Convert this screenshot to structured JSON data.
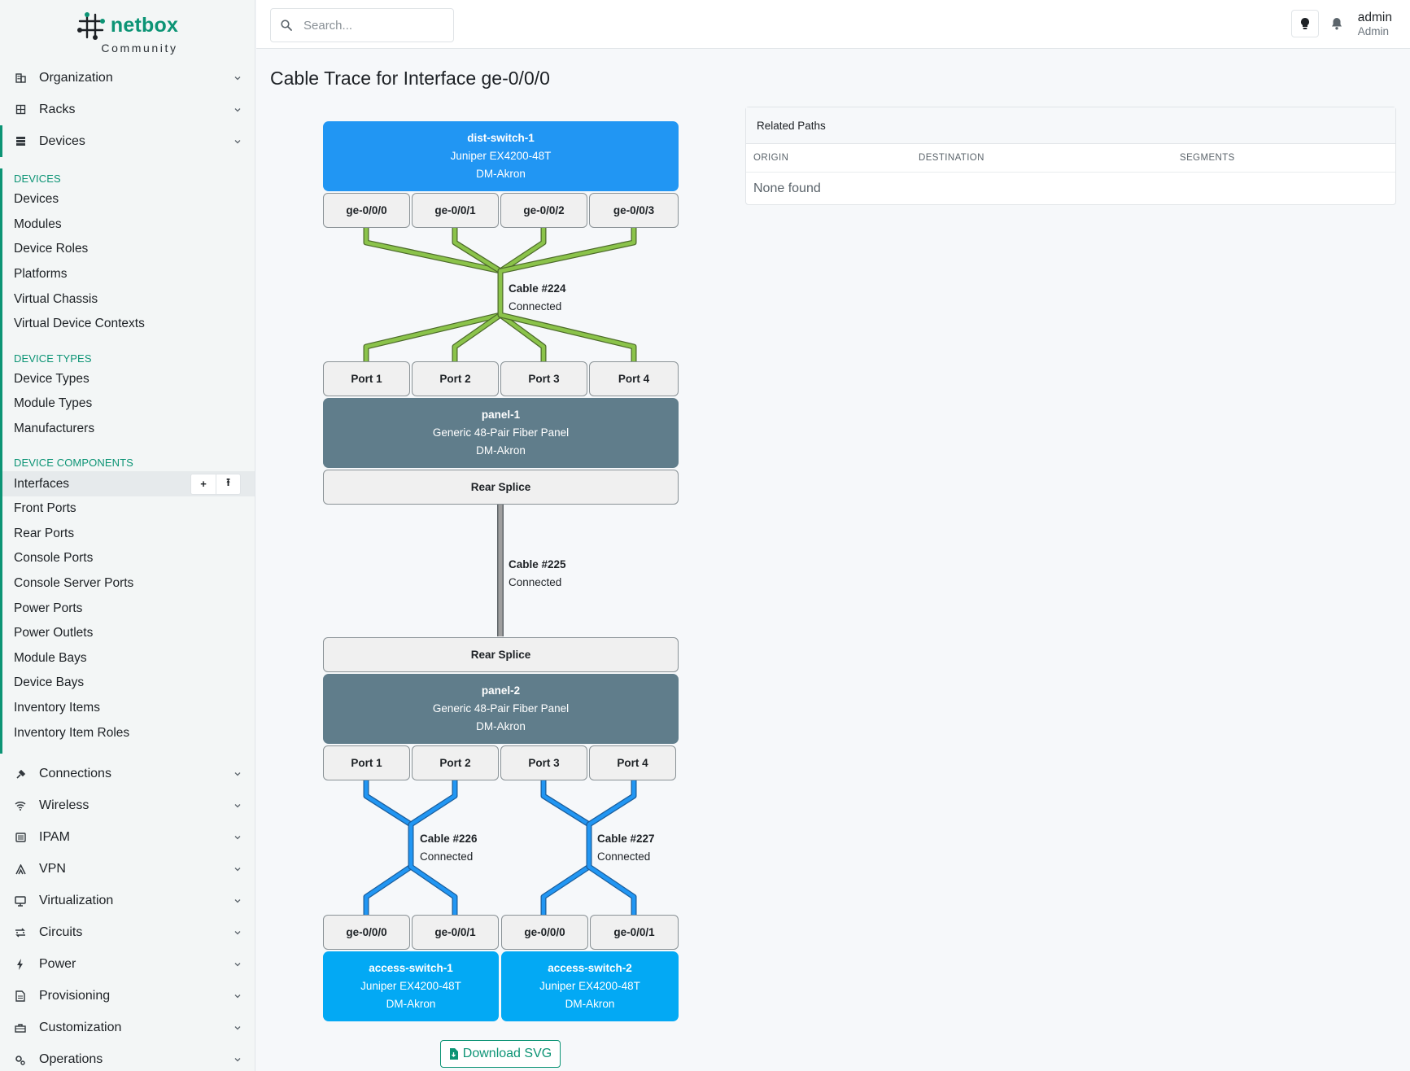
{
  "brand": {
    "name": "netbox",
    "edition": "Community",
    "color": "#0c9475"
  },
  "sidebar": {
    "groups_top": [
      {
        "label": "Organization",
        "icon": "domain-icon"
      },
      {
        "label": "Racks",
        "icon": "rack-icon"
      },
      {
        "label": "Devices",
        "icon": "server-icon"
      }
    ],
    "sections": [
      {
        "heading": "DEVICES",
        "items": [
          "Devices",
          "Modules",
          "Device Roles",
          "Platforms",
          "Virtual Chassis",
          "Virtual Device Contexts"
        ]
      },
      {
        "heading": "DEVICE TYPES",
        "items": [
          "Device Types",
          "Module Types",
          "Manufacturers"
        ]
      },
      {
        "heading": "DEVICE COMPONENTS",
        "items": [
          "Interfaces",
          "Front Ports",
          "Rear Ports",
          "Console Ports",
          "Console Server Ports",
          "Power Ports",
          "Power Outlets",
          "Module Bays",
          "Device Bays",
          "Inventory Items",
          "Inventory Item Roles"
        ]
      }
    ],
    "active_item": "Interfaces",
    "active_item_buttons": [
      "+",
      "⭱"
    ],
    "groups_bottom": [
      {
        "label": "Connections",
        "icon": "ethernet-icon"
      },
      {
        "label": "Wireless",
        "icon": "wifi-icon"
      },
      {
        "label": "IPAM",
        "icon": "counter-icon"
      },
      {
        "label": "VPN",
        "icon": "tunnel-icon"
      },
      {
        "label": "Virtualization",
        "icon": "monitor-icon"
      },
      {
        "label": "Circuits",
        "icon": "transit-icon"
      },
      {
        "label": "Power",
        "icon": "flash-icon"
      },
      {
        "label": "Provisioning",
        "icon": "file-document-icon"
      },
      {
        "label": "Customization",
        "icon": "toolbox-icon"
      },
      {
        "label": "Operations",
        "icon": "cogs-icon"
      }
    ]
  },
  "topbar": {
    "search_placeholder": "Search...",
    "user": {
      "name": "admin",
      "role": "Admin"
    }
  },
  "page": {
    "title": "Cable Trace for Interface ge-0/0/0"
  },
  "trace": {
    "colors": {
      "switch": "#2196f3",
      "access": "#03a9f4",
      "panel": "#607d8b",
      "cable_green": "#8bc34a",
      "cable_grey": "#9e9e9e",
      "cable_blue": "#2196f3"
    },
    "dist_switch": {
      "name": "dist-switch-1",
      "type": "Juniper EX4200-48T",
      "site": "DM-Akron"
    },
    "dist_ports": [
      "ge-0/0/0",
      "ge-0/0/1",
      "ge-0/0/2",
      "ge-0/0/3"
    ],
    "cable1": {
      "name": "Cable #224",
      "status": "Connected"
    },
    "panel1_ports": [
      "Port 1",
      "Port 2",
      "Port 3",
      "Port 4"
    ],
    "panel1": {
      "name": "panel-1",
      "type": "Generic 48-Pair Fiber Panel",
      "site": "DM-Akron"
    },
    "panel1_rear": "Rear Splice",
    "cable2": {
      "name": "Cable #225",
      "status": "Connected"
    },
    "panel2_rear": "Rear Splice",
    "panel2": {
      "name": "panel-2",
      "type": "Generic 48-Pair Fiber Panel",
      "site": "DM-Akron"
    },
    "panel2_ports": [
      "Port 1",
      "Port 2",
      "Port 3",
      "Port 4"
    ],
    "cable3": {
      "name": "Cable #226",
      "status": "Connected"
    },
    "cable4": {
      "name": "Cable #227",
      "status": "Connected"
    },
    "access_ports": [
      "ge-0/0/0",
      "ge-0/0/1",
      "ge-0/0/0",
      "ge-0/0/1"
    ],
    "access1": {
      "name": "access-switch-1",
      "type": "Juniper EX4200-48T",
      "site": "DM-Akron"
    },
    "access2": {
      "name": "access-switch-2",
      "type": "Juniper EX4200-48T",
      "site": "DM-Akron"
    },
    "download_label": "Download SVG"
  },
  "related_paths": {
    "title": "Related Paths",
    "columns": [
      "ORIGIN",
      "DESTINATION",
      "SEGMENTS"
    ],
    "empty_text": "None found"
  }
}
